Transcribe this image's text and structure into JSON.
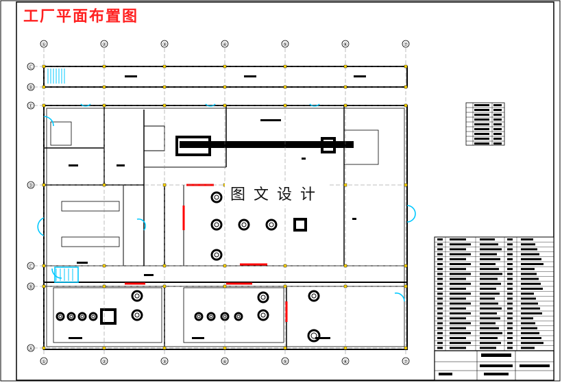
{
  "drawing": {
    "title": "工厂平面布置图",
    "watermark": "图文设计"
  },
  "grid": {
    "columns": [
      "①",
      "②",
      "③",
      "④",
      "⑤",
      "⑥",
      "⑦"
    ],
    "rows": [
      "Ⓒ",
      "Ⓑ",
      "Ⓔ",
      "Ⓓ",
      "Ⓒ",
      "Ⓑ",
      "Ⓐ"
    ]
  },
  "colors": {
    "line": "#000000",
    "grid_axis": "#7a7a7a",
    "door": "#00c8ff",
    "highlight": "#ff0000",
    "marker": "#ffd800",
    "title": "#ff2020"
  }
}
